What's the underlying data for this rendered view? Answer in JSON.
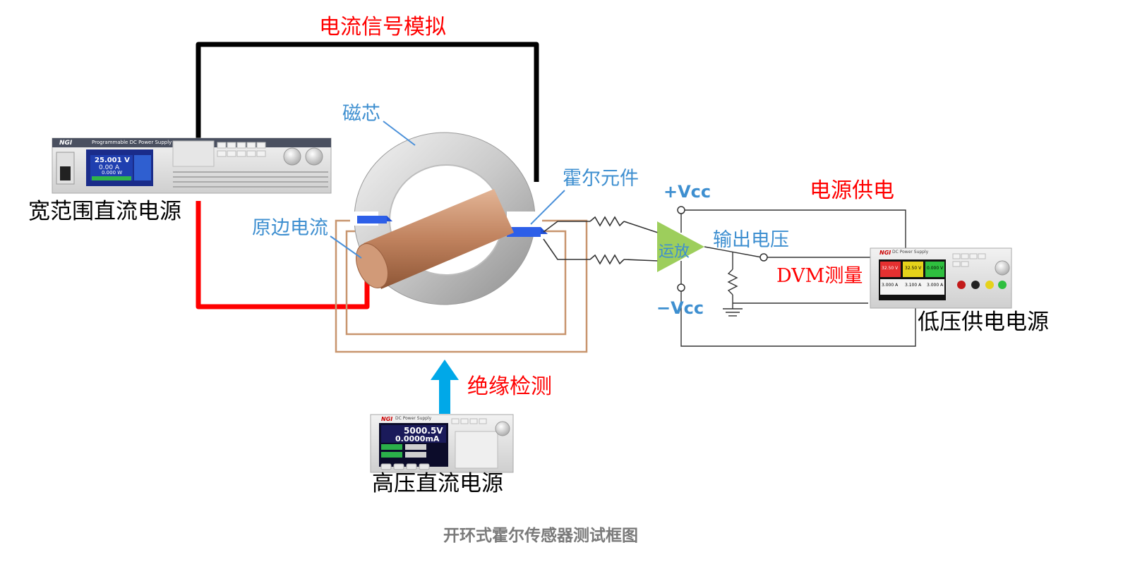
{
  "labels": {
    "current_signal_sim": "电流信号模拟",
    "magnetic_core": "磁芯",
    "hall_element": "霍尔元件",
    "primary_current": "原边电流",
    "wide_range_dc_supply": "宽范围直流电源",
    "plus_vcc": "+Vcc",
    "minus_vcc": "−Vcc",
    "power_supply": "电源供电",
    "output_voltage": "输出电压",
    "op_amp": "运放",
    "dvm_measure": "DVM测量",
    "low_voltage_supply": "低压供电电源",
    "insulation_test": "绝缘检测",
    "high_voltage_dc_supply": "高压直流电源",
    "caption": "开环式霍尔传感器测试框图"
  },
  "devices": {
    "wide": {
      "brand": "NGI",
      "model": "Programmable DC Power Supply",
      "voltage": "25.001 V",
      "current": "0.00 A",
      "power": "0.000 W"
    },
    "hv": {
      "brand": "NGI",
      "model": "DC Power Supply",
      "voltage": "5000.5V",
      "current": "0.0000mA"
    },
    "lv": {
      "brand": "NGI",
      "model": "DC Power Supply",
      "ch1": "32.50 V",
      "ch2": "32.50 V",
      "ch3": "0.000 V",
      "ch1b": "3.000 A",
      "ch2b": "3.100 A",
      "ch3b": "3.000 A"
    }
  },
  "colors": {
    "red_wire": "#ff0000",
    "black_wire": "#000000",
    "copper_wire": "#c8956e",
    "opamp": "#8cc63f",
    "arrow": "#00a8e8",
    "label_blue": "#3e8fd0"
  }
}
